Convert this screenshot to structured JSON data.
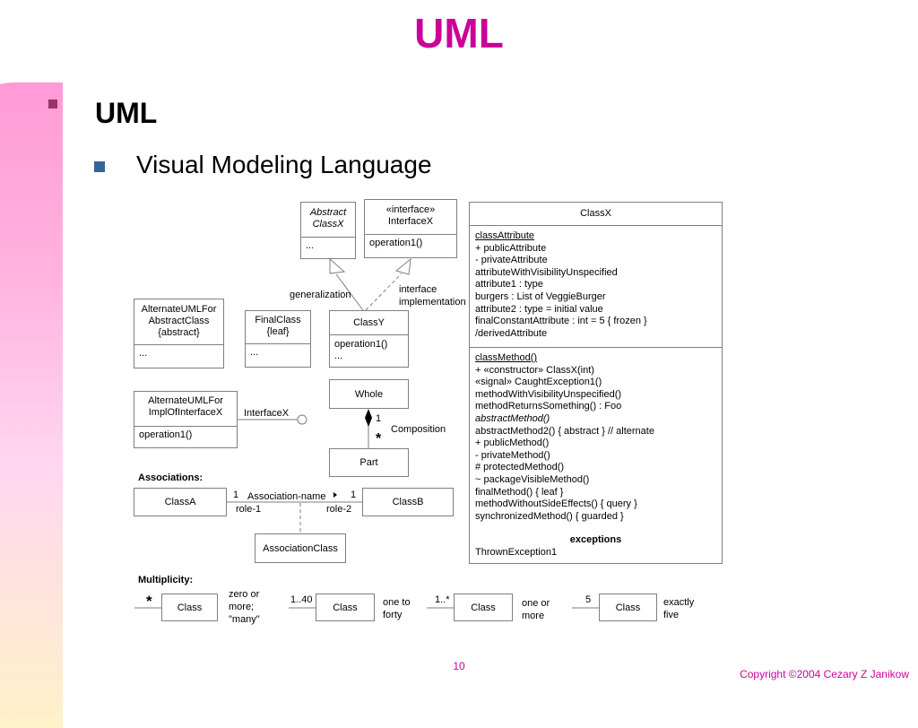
{
  "slide": {
    "title": "UML",
    "bullet1": "UML",
    "bullet2": "Visual Modeling Language",
    "page_number": "10",
    "copyright": "Copyright ©2004 Cezary Z Janikow"
  },
  "diagram": {
    "abstract_class": {
      "name_line1": "Abstract",
      "name_line2": "ClassX",
      "body": "..."
    },
    "interface": {
      "stereotype": "«interface»",
      "name": "InterfaceX",
      "operation": "operation1()"
    },
    "generalization_label": "generalization",
    "interface_impl_label_line1": "interface",
    "interface_impl_label_line2": "implementation",
    "alt_abstract": {
      "line1": "AlternateUMLFor",
      "line2": "AbstractClass",
      "line3": "{abstract}",
      "body": "..."
    },
    "final_class": {
      "line1": "FinalClass",
      "line2": "{leaf}",
      "body": "..."
    },
    "class_y": {
      "name": "ClassY",
      "op1": "operation1()",
      "op2": "..."
    },
    "alt_impl": {
      "line1": "AlternateUMLFor",
      "line2": "ImplOfInterfaceX",
      "operation": "operation1()"
    },
    "lollipop_label": "InterfaceX",
    "whole": {
      "name": "Whole",
      "mult": "1"
    },
    "part": {
      "name": "Part",
      "mult": "*"
    },
    "composition_label": "Composition",
    "associations_header": "Associations:",
    "class_a": "ClassA",
    "class_b": "ClassB",
    "association_name": "Association-name",
    "assoc_mult_left": "1",
    "assoc_mult_right": "1",
    "role1": "role-1",
    "role2": "role-2",
    "association_class": "AssociationClass",
    "class_x": {
      "name": "ClassX",
      "attributes": [
        "classAttribute",
        "+ publicAttribute",
        "- privateAttribute",
        "attributeWithVisibilityUnspecified",
        "attribute1 : type",
        "burgers : List of VeggieBurger",
        "attribute2 : type = initial value",
        "finalConstantAttribute : int = 5  { frozen }",
        "/derivedAttribute"
      ],
      "methods": [
        "classMethod()",
        "+ «constructor» ClassX(int)",
        "«signal» CaughtException1()",
        "methodWithVisibilityUnspecified()",
        "methodReturnsSomething() : Foo",
        "abstractMethod()",
        "abstractMethod2() { abstract }   // alternate",
        "+ publicMethod()",
        "- privateMethod()",
        "# protectedMethod()",
        "~ packageVisibleMethod()",
        "finalMethod() { leaf }",
        "methodWithoutSideEffects() { query }",
        "synchronizedMethod() { guarded }"
      ],
      "exceptions_header": "exceptions",
      "exception": "ThrownException1"
    },
    "multiplicity_header": "Multiplicity:",
    "multiplicities": [
      {
        "mult": "*",
        "class": "Class",
        "desc_line1": "zero or",
        "desc_line2": "more;",
        "desc_line3": "\"many\""
      },
      {
        "mult": "1..40",
        "class": "Class",
        "desc_line1": "one to",
        "desc_line2": "forty"
      },
      {
        "mult": "1..*",
        "class": "Class",
        "desc_line1": "one or",
        "desc_line2": "more"
      },
      {
        "mult": "5",
        "class": "Class",
        "desc_line1": "exactly",
        "desc_line2": "five"
      }
    ]
  }
}
